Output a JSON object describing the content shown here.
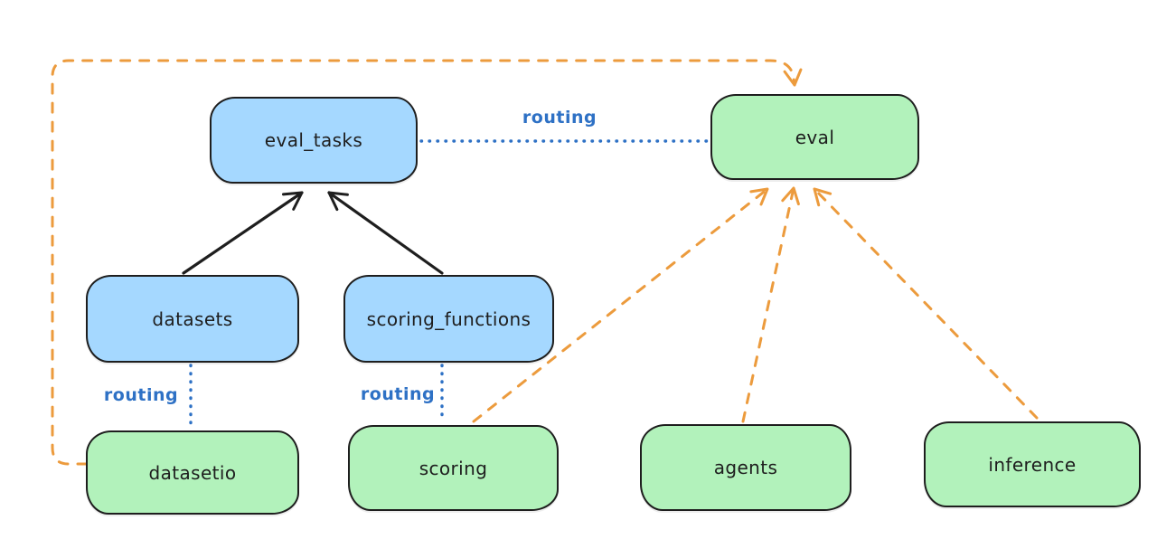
{
  "diagram": {
    "background": "#ffffff",
    "colors": {
      "background": "#ffffff",
      "node_border": "#1e1e1e",
      "black_arrow": "#1e1e1e",
      "blue_node_fill": "#a5d8ff",
      "green_node_fill": "#b2f2bb",
      "routing_blue": "#2e71c5",
      "orange": "#ec9b3d"
    },
    "nodes": {
      "eval_tasks": {
        "label": "eval_tasks",
        "fill": "blue"
      },
      "eval": {
        "label": "eval",
        "fill": "green"
      },
      "datasets": {
        "label": "datasets",
        "fill": "blue"
      },
      "scoring_functions": {
        "label": "scoring_functions",
        "fill": "blue"
      },
      "datasetio": {
        "label": "datasetio",
        "fill": "green"
      },
      "scoring": {
        "label": "scoring",
        "fill": "green"
      },
      "agents": {
        "label": "agents",
        "fill": "green"
      },
      "inference": {
        "label": "inference",
        "fill": "green"
      }
    },
    "edges": [
      {
        "from": "datasets",
        "to": "eval_tasks",
        "style": "solid",
        "color": "black",
        "arrow": true,
        "label": ""
      },
      {
        "from": "scoring_functions",
        "to": "eval_tasks",
        "style": "solid",
        "color": "black",
        "arrow": true,
        "label": ""
      },
      {
        "from": "eval_tasks",
        "to": "eval",
        "style": "dotted",
        "color": "blue",
        "arrow": false,
        "label": "routing"
      },
      {
        "from": "datasets",
        "to": "datasetio",
        "style": "dotted",
        "color": "blue",
        "arrow": false,
        "label": "routing"
      },
      {
        "from": "scoring_functions",
        "to": "scoring",
        "style": "dotted",
        "color": "blue",
        "arrow": false,
        "label": "routing"
      },
      {
        "from": "datasetio",
        "to": "eval",
        "style": "dashed",
        "color": "orange",
        "arrow": true,
        "label": "",
        "route": "around-left-and-top"
      },
      {
        "from": "scoring",
        "to": "eval",
        "style": "dashed",
        "color": "orange",
        "arrow": true,
        "label": ""
      },
      {
        "from": "agents",
        "to": "eval",
        "style": "dashed",
        "color": "orange",
        "arrow": true,
        "label": ""
      },
      {
        "from": "inference",
        "to": "eval",
        "style": "dashed",
        "color": "orange",
        "arrow": true,
        "label": ""
      }
    ]
  }
}
